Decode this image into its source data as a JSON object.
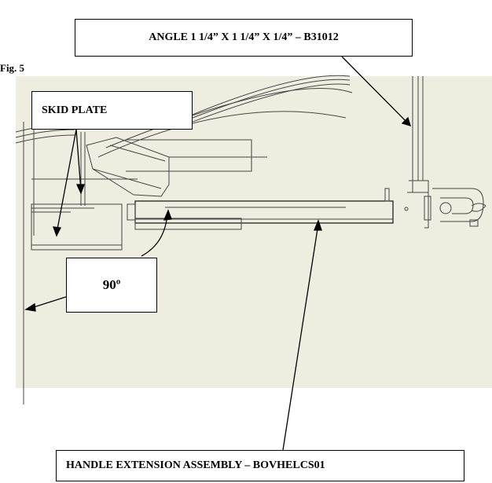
{
  "figure": {
    "label": "Fig. 5"
  },
  "callouts": {
    "angle": "ANGLE 1 1/4” X 1 1/4” X 1/4” – B31012",
    "skid_plate": "SKID PLATE",
    "angle_degrees": "90º",
    "handle_extension": "HANDLE EXTENSION ASSEMBLY – BOVHELCS01"
  },
  "colors": {
    "drawing_background": "#eeede0",
    "line": "#222222",
    "callout_border": "#000000"
  }
}
